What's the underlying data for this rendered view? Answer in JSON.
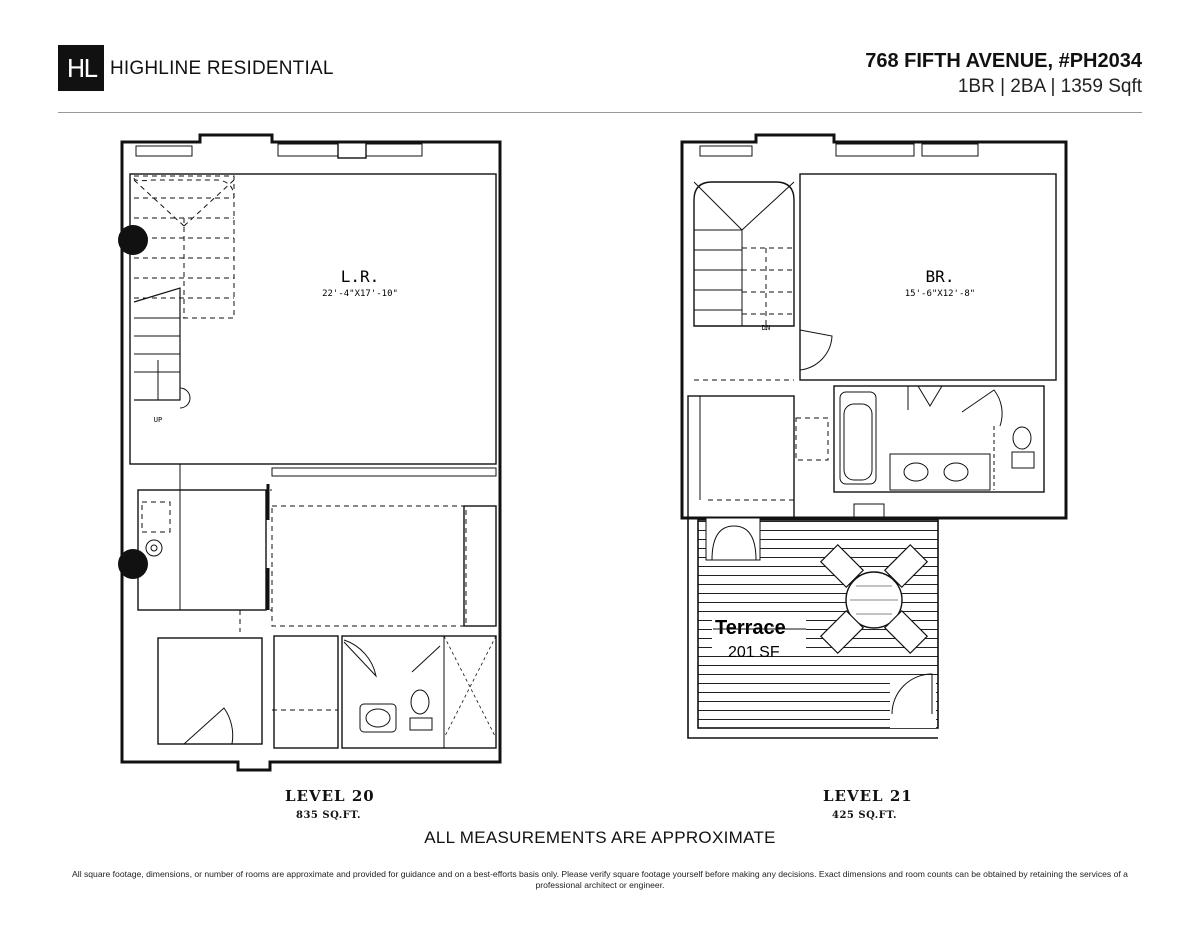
{
  "header": {
    "logo_mark": "HL",
    "brand_name": "HIGHLINE RESIDENTIAL",
    "address": "768 FIFTH AVENUE, #PH2034",
    "stats": "1BR | 2BA | 1359 Sqft"
  },
  "plan": {
    "lr_label": "L.R.",
    "lr_dims": "22'-4\"X17'-10\"",
    "up_label": "UP",
    "br_label": "BR.",
    "br_dims": "15'-6\"X12'-8\"",
    "dn_label": "DN",
    "terrace_label": "Terrace",
    "terrace_sf": "201 SF",
    "level20_label": "LEVEL 20",
    "level20_sqft": "835 SQ.FT.",
    "level21_label": "LEVEL 21",
    "level21_sqft": "425 SQ.FT."
  },
  "footer": {
    "approx_note": "ALL MEASUREMENTS ARE APPROXIMATE",
    "disclaimer": "All square footage, dimensions, or number of rooms are approximate and provided for guidance and on a best-efforts basis only. Please verify square footage yourself before making any decisions. Exact dimensions and room counts can be obtained by retaining the services of a professional architect or engineer."
  }
}
